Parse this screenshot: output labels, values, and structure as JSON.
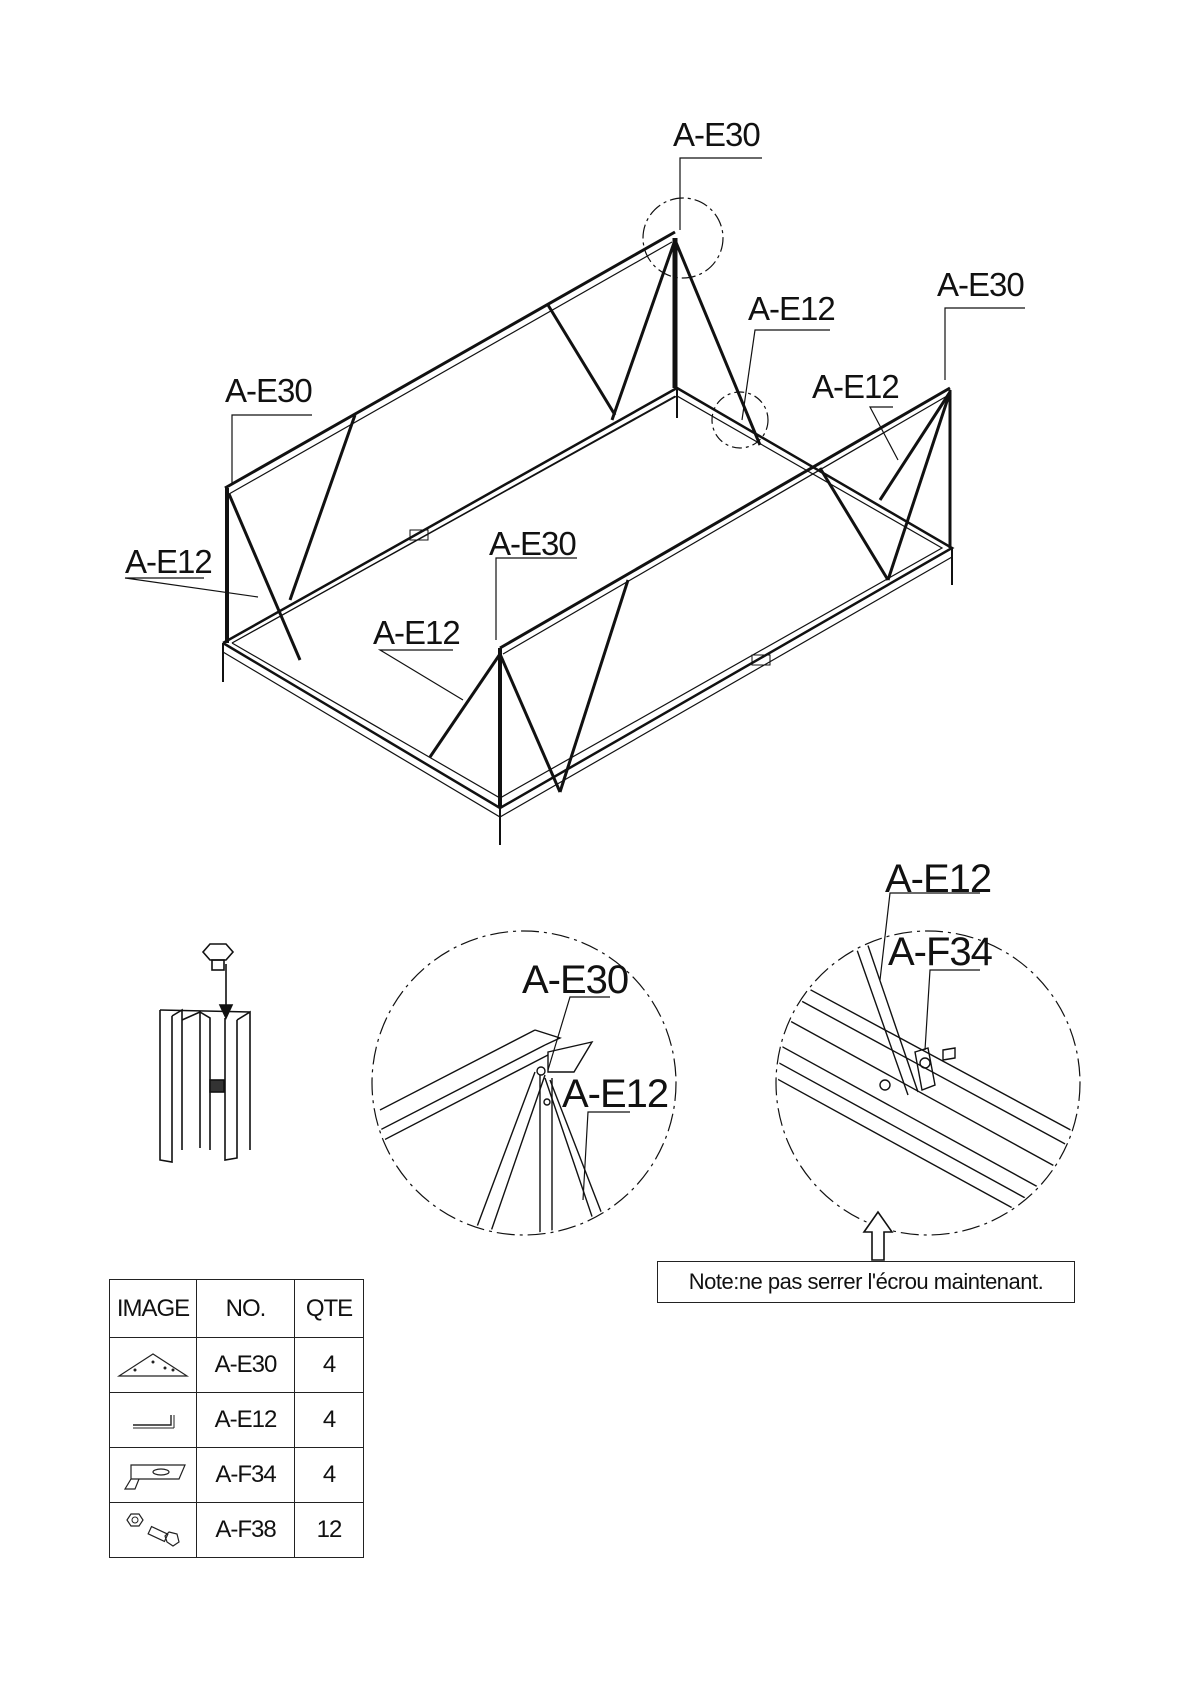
{
  "callouts": {
    "top_corner": "A-E30",
    "right_corner": "A-E30",
    "left_corner": "A-E30",
    "front_corner": "A-E30",
    "brace_back_right": "A-E12",
    "brace_right": "A-E12",
    "brace_left": "A-E12",
    "brace_front": "A-E12"
  },
  "detail_corner": {
    "label_bracket": "A-E30",
    "label_brace": "A-E12"
  },
  "detail_clip": {
    "label_brace": "A-E12",
    "label_clip": "A-F34"
  },
  "note": "Note:ne pas serrer l'écrou  maintenant.",
  "parts_table": {
    "headers": [
      "IMAGE",
      "NO.",
      "QTE"
    ],
    "rows": [
      {
        "icon": "corner-bracket-icon",
        "no": "A-E30",
        "qty": "4"
      },
      {
        "icon": "l-brace-icon",
        "no": "A-E12",
        "qty": "4"
      },
      {
        "icon": "clip-plate-icon",
        "no": "A-F34",
        "qty": "4"
      },
      {
        "icon": "nut-bolt-icon",
        "no": "A-F38",
        "qty": "12"
      }
    ]
  }
}
